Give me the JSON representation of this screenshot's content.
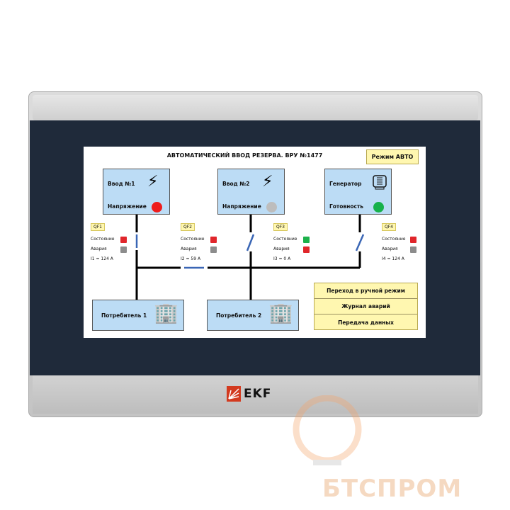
{
  "title": "АВТОМАТИЧЕСКИЙ ВВОД РЕЗЕРВА. ВРУ №1477",
  "mode_label": "Режим АВТО",
  "sources": [
    {
      "name": "Ввод №1",
      "status_label": "Напряжение",
      "status_color": "#ee1c1c",
      "icon": "power-tower-icon"
    },
    {
      "name": "Ввод №2",
      "status_label": "Напряжение",
      "status_color": "#bdbdbd",
      "icon": "power-tower-icon"
    },
    {
      "name": "Генератор",
      "status_label": "Готовность",
      "status_color": "#16b14a",
      "icon": "generator-icon"
    }
  ],
  "breakers": [
    {
      "name": "QF1",
      "state_label": "Состояние",
      "state_color": "#e0262b",
      "alarm_label": "Авария",
      "alarm_color": "#8c8c8c",
      "current": "I1 = 124 A"
    },
    {
      "name": "QF2",
      "state_label": "Состояние",
      "state_color": "#e0262b",
      "alarm_label": "Авария",
      "alarm_color": "#8c8c8c",
      "current": "I2 = 59 A"
    },
    {
      "name": "QF3",
      "state_label": "Состояние",
      "state_color": "#1db14b",
      "alarm_label": "Авария",
      "alarm_color": "#e0262b",
      "current": "I3 = 0 A"
    },
    {
      "name": "QF4",
      "state_label": "Состояние",
      "state_color": "#e0262b",
      "alarm_label": "Авария",
      "alarm_color": "#8c8c8c",
      "current": "I4 = 124 A"
    }
  ],
  "consumers": [
    {
      "name": "Потребитель 1"
    },
    {
      "name": "Потребитель 2"
    }
  ],
  "buttons": [
    "Переход в ручной режим",
    "Журнал аварий",
    "Передача данных"
  ],
  "brand": "EKF",
  "watermark": "БТСПРОМ"
}
